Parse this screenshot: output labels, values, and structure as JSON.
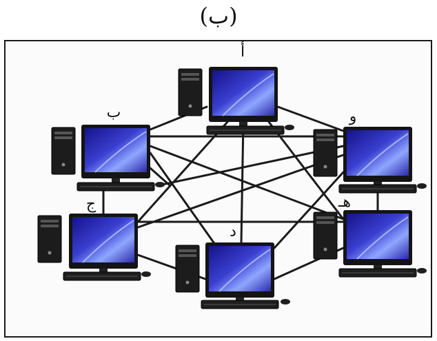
{
  "caption": "(ب)",
  "nodes": [
    {
      "id": "a",
      "label": "أ"
    },
    {
      "id": "b",
      "label": "ب"
    },
    {
      "id": "j",
      "label": "ج"
    },
    {
      "id": "d",
      "label": "د"
    },
    {
      "id": "h",
      "label": "هـ"
    },
    {
      "id": "w",
      "label": "و"
    }
  ],
  "colors": {
    "screen_dark": "#15128a",
    "screen_light": "#6a7df0",
    "bezel": "#141414",
    "tower": "#1c1c1c",
    "cable": "#1a1a1a"
  }
}
